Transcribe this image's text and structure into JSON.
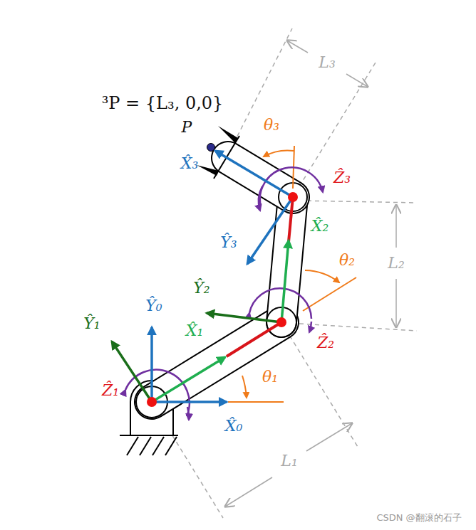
{
  "diagram": {
    "labels": [
      "³P = {L₃, 0,0}",
      "P",
      "X̂₃",
      "θ₃",
      "Ẑ₃",
      "L₃",
      "Ŷ₃",
      "X̂₂",
      "θ₂",
      "L₂",
      "Ŷ₂",
      "Ẑ₂",
      "X̂₁",
      "Ŷ₁",
      "Ŷ₀",
      "Ẑ₁",
      "θ₁",
      "X̂₀",
      "L₁",
      "CSDN @翻滚的石子"
    ]
  }
}
